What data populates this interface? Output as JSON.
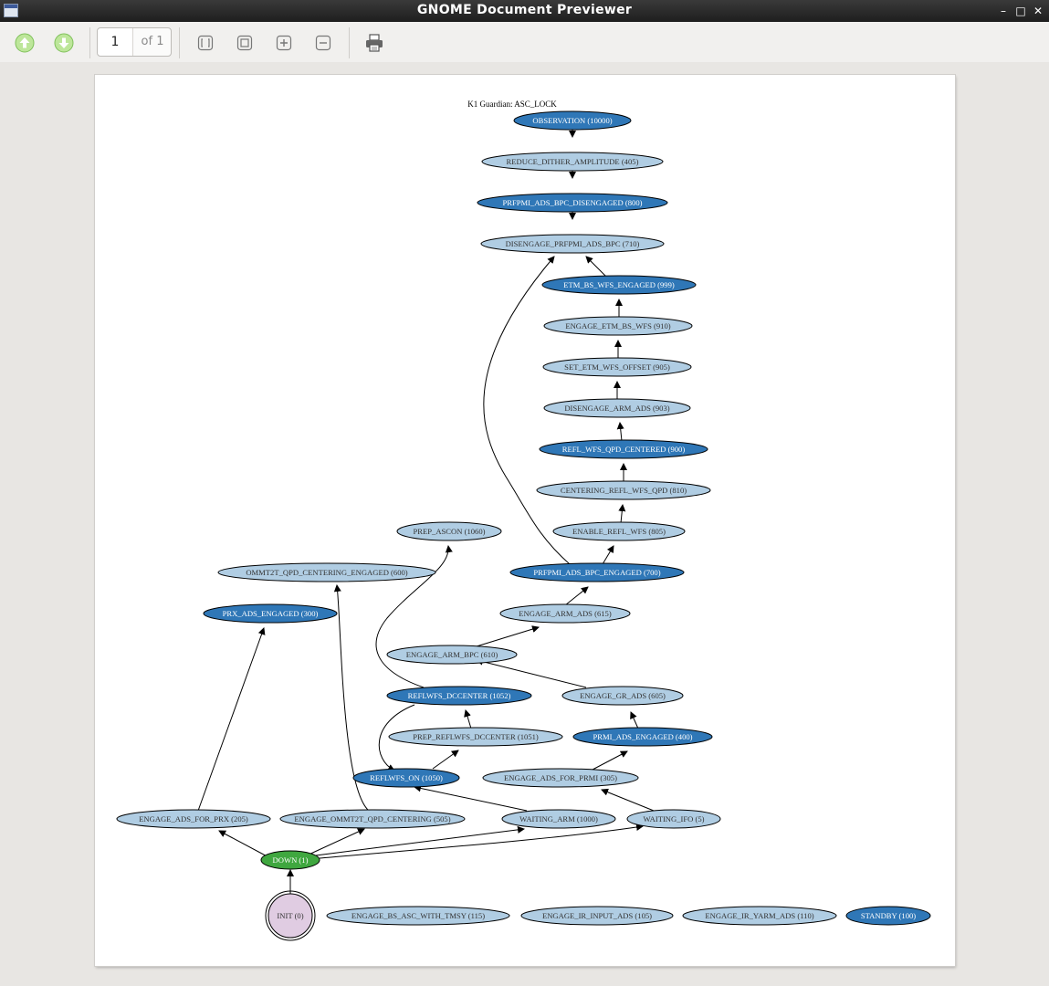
{
  "window": {
    "title": "GNOME Document Previewer"
  },
  "window_controls": {
    "minimize": "–",
    "maximize": "□",
    "close": "✕"
  },
  "toolbar": {
    "prev_icon": "arrow-up-icon",
    "next_icon": "arrow-down-icon",
    "page_value": "1",
    "page_total": "of 1",
    "fit_page_icon": "fit-page-icon",
    "fit_width_icon": "fit-width-icon",
    "zoom_in_icon": "zoom-in-icon",
    "zoom_out_icon": "zoom-out-icon",
    "print_icon": "printer-icon"
  },
  "colors": {
    "dark_state": "#2f77b7",
    "light_state": "#b0cde3",
    "down_state": "#3fa73f",
    "init_state": "#e0cce2"
  },
  "diagram": {
    "title": "K1 Guardian: ASC_LOCK",
    "nodes": {
      "observation": "OBSERVATION (10000)",
      "reduce_dither": "REDUCE_DITHER_AMPLITUDE (405)",
      "prfpmi_ads_bpc_disengaged": "PRFPMI_ADS_BPC_DISENGAGED (800)",
      "disengage_prfpmi_ads_bpc": "DISENGAGE_PRFPMI_ADS_BPC (710)",
      "etm_bs_wfs_engaged": "ETM_BS_WFS_ENGAGED (999)",
      "engage_etm_bs_wfs": "ENGAGE_ETM_BS_WFS (910)",
      "set_etm_wfs_offset": "SET_ETM_WFS_OFFSET (905)",
      "disengage_arm_ads": "DISENGAGE_ARM_ADS (903)",
      "refl_wfs_qpd_centered": "REFL_WFS_QPD_CENTERED (900)",
      "centering_refl_wfs_qpd": "CENTERING_REFL_WFS_QPD (810)",
      "prep_ascon": "PREP_ASCON (1060)",
      "enable_refl_wfs": "ENABLE_REFL_WFS (805)",
      "ommt2t_qpd_centering_engaged": "OMMT2T_QPD_CENTERING_ENGAGED (600)",
      "prfpmi_ads_bpc_engaged": "PRFPMI_ADS_BPC_ENGAGED (700)",
      "prx_ads_engaged": "PRX_ADS_ENGAGED (300)",
      "engage_arm_ads": "ENGAGE_ARM_ADS (615)",
      "engage_arm_bpc": "ENGAGE_ARM_BPC (610)",
      "reflwfs_dccenter": "REFLWFS_DCCENTER (1052)",
      "engage_gr_ads": "ENGAGE_GR_ADS (605)",
      "prep_reflwfs_dccenter": "PREP_REFLWFS_DCCENTER (1051)",
      "prmi_ads_engaged": "PRMI_ADS_ENGAGED (400)",
      "reflwfs_on": "REFLWFS_ON (1050)",
      "engage_ads_for_prmi": "ENGAGE_ADS_FOR_PRMI (305)",
      "engage_ads_for_prx": "ENGAGE_ADS_FOR_PRX (205)",
      "engage_ommt2t_qpd_centering": "ENGAGE_OMMT2T_QPD_CENTERING (505)",
      "waiting_arm": "WAITING_ARM (1000)",
      "waiting_ifo": "WAITING_IFO (5)",
      "down": "DOWN (1)",
      "init": "INIT (0)",
      "engage_bs_asc_with_tmsy": "ENGAGE_BS_ASC_WITH_TMSY (115)",
      "engage_ir_input_ads": "ENGAGE_IR_INPUT_ADS (105)",
      "engage_ir_yarm_ads": "ENGAGE_IR_YARM_ADS (110)",
      "standby": "STANDBY (100)"
    }
  }
}
